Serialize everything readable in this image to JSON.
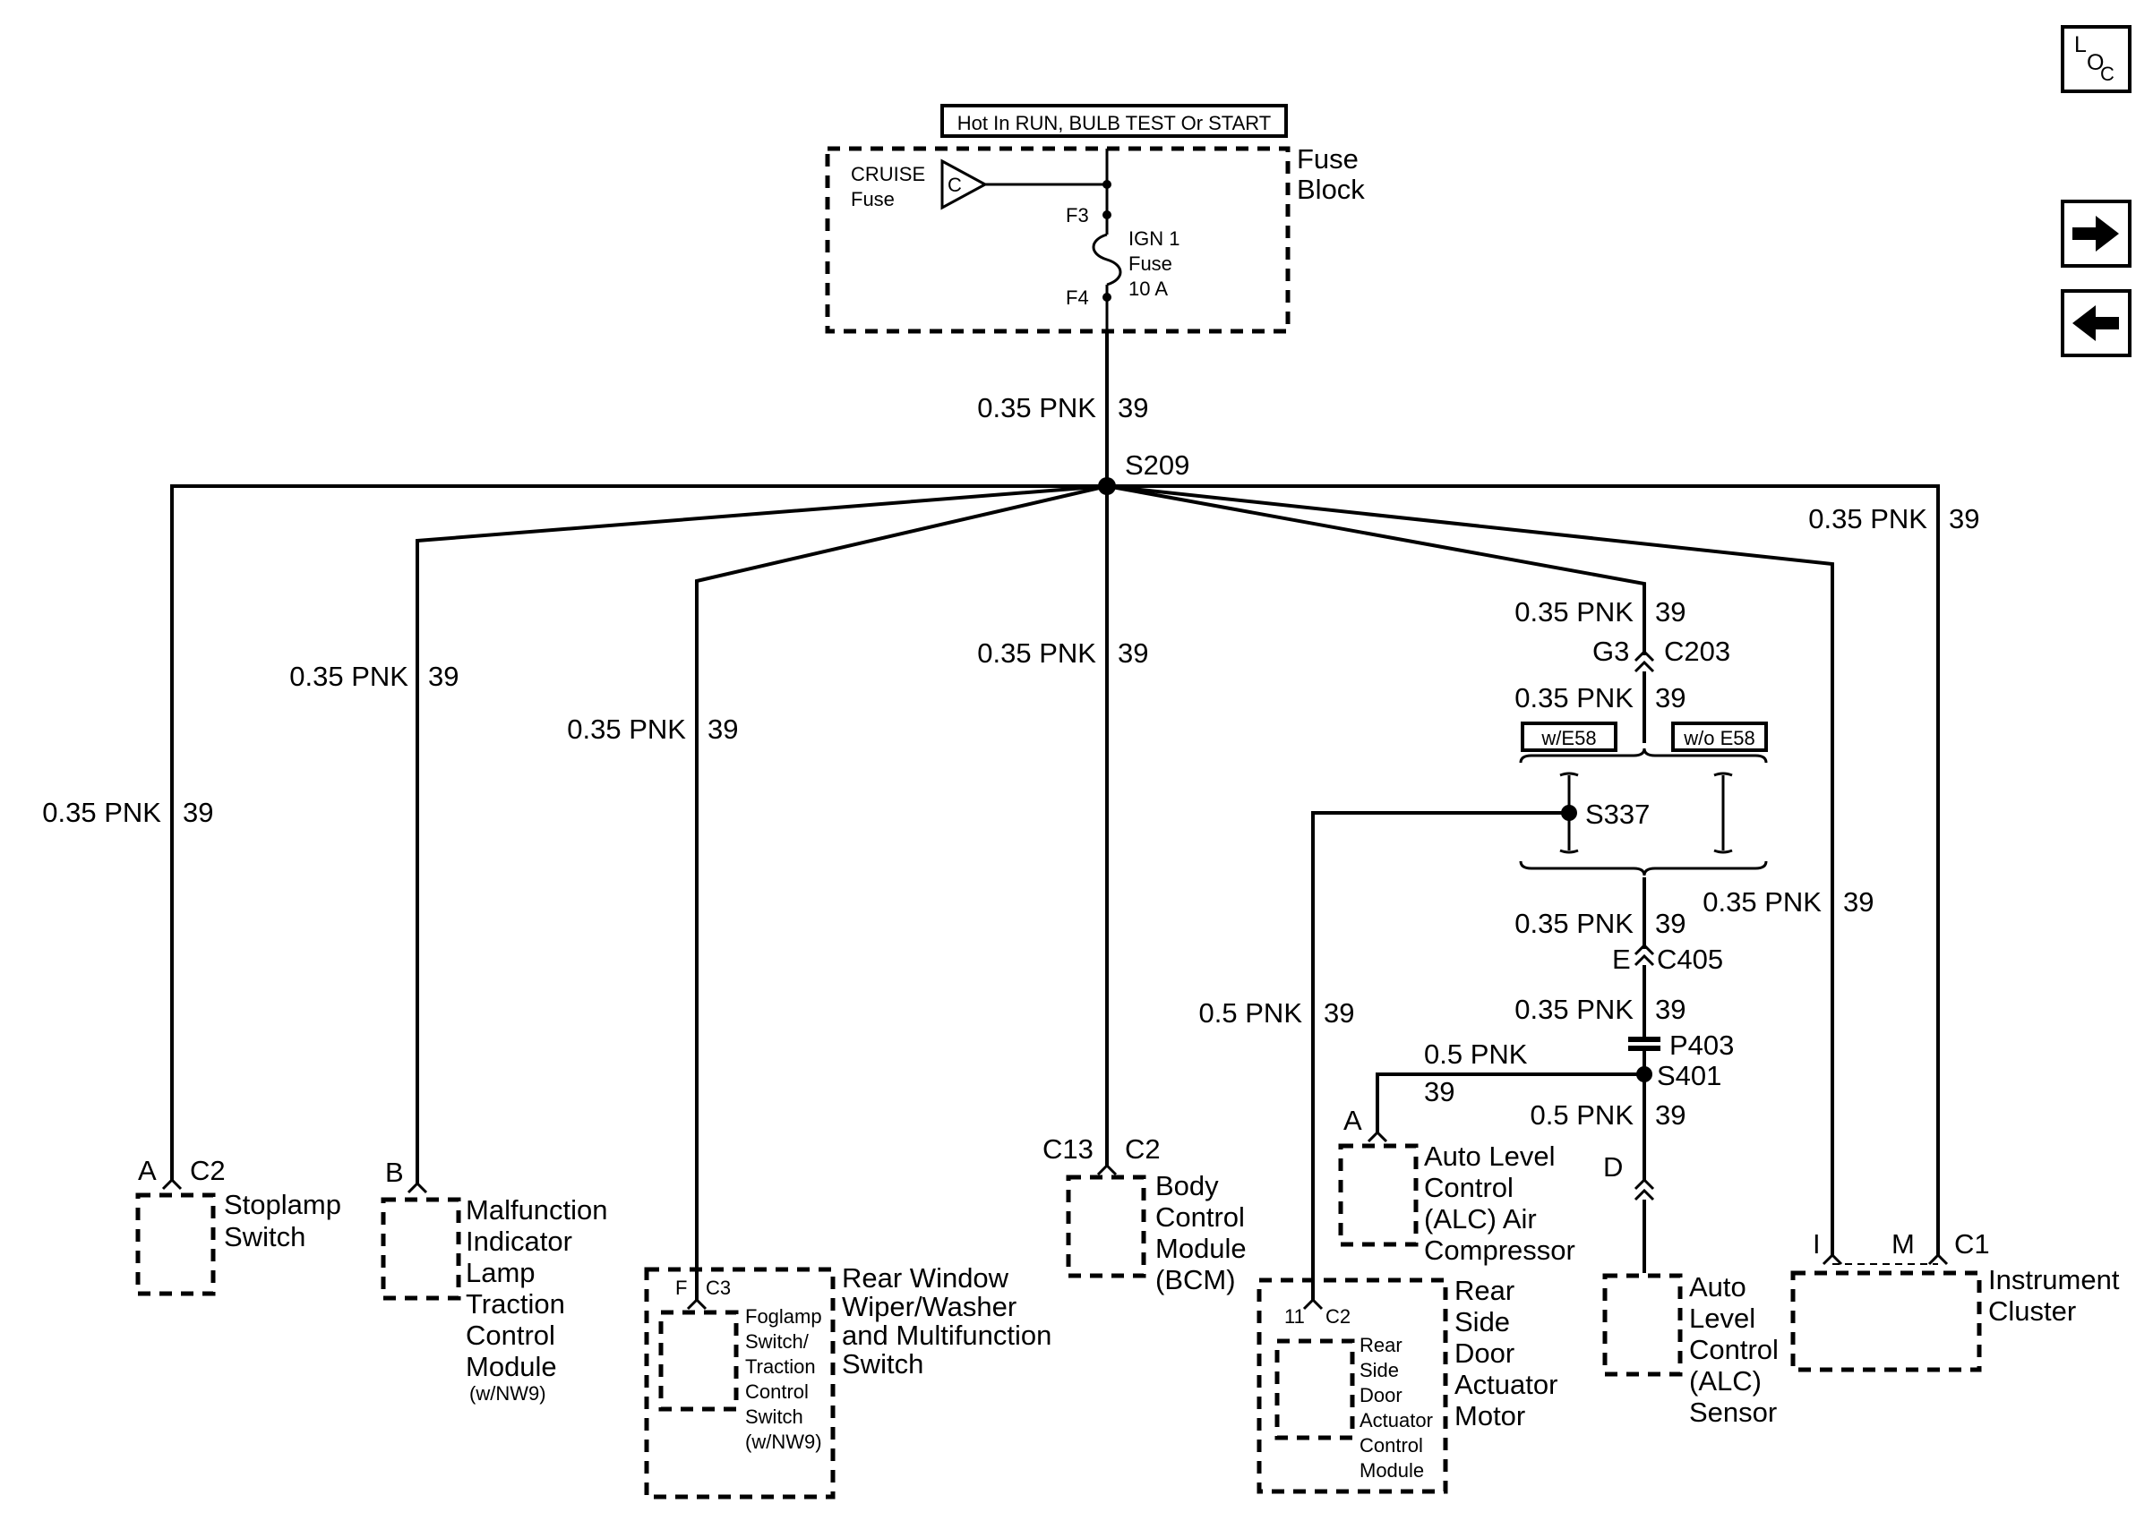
{
  "nav": {
    "loc_l": "L",
    "loc_o": "O",
    "loc_c": "C",
    "next_icon": "right-arrow-icon",
    "prev_icon": "left-arrow-icon"
  },
  "fuse_block": {
    "power_label": "Hot In RUN, BULB TEST Or START",
    "title_line1": "Fuse",
    "title_line2": "Block",
    "cruise_line1": "CRUISE",
    "cruise_line2": "Fuse",
    "cruise_pin": "C",
    "f3": "F3",
    "f4": "F4",
    "fuse_line1": "IGN 1",
    "fuse_line2": "Fuse",
    "fuse_line3": "10 A"
  },
  "splices": {
    "s209": "S209",
    "s337": "S337",
    "s401": "S401",
    "p403": "P403"
  },
  "wires": {
    "main": {
      "gauge": "0.35 PNK",
      "circuit": "39"
    },
    "stoplamp": {
      "gauge": "0.35 PNK",
      "circuit": "39"
    },
    "mil": {
      "gauge": "0.35 PNK",
      "circuit": "39"
    },
    "rear_wiper": {
      "gauge": "0.35 PNK",
      "circuit": "39"
    },
    "bcm": {
      "gauge": "0.35 PNK",
      "circuit": "39"
    },
    "c203_top": {
      "gauge": "0.35 PNK",
      "circuit": "39"
    },
    "c203_bottom": {
      "gauge": "0.35 PNK",
      "circuit": "39"
    },
    "c405_top": {
      "gauge": "0.35 PNK",
      "circuit": "39"
    },
    "c405_bottom": {
      "gauge": "0.35 PNK",
      "circuit": "39"
    },
    "cluster_m": {
      "gauge": "0.35 PNK",
      "circuit": "39"
    },
    "cluster_i": {
      "gauge": "0.35 PNK",
      "circuit": "39"
    },
    "door": {
      "gauge": "0.5 PNK",
      "circuit": "39"
    },
    "compressor": {
      "gauge": "0.5 PNK",
      "circuit": "39"
    },
    "sensor": {
      "gauge": "0.5 PNK",
      "circuit": "39"
    }
  },
  "options": {
    "with_e58": "w/E58",
    "without_e58": "w/o E58"
  },
  "connectors": {
    "c203_pin": "G3",
    "c203": "C203",
    "c405_pin": "E",
    "c405": "C405",
    "stoplamp_pin": "A",
    "stoplamp_conn": "C2",
    "mil_pin": "B",
    "rear_wiper_pin": "F",
    "rear_wiper_conn": "C3",
    "bcm_pin": "C13",
    "bcm_conn": "C2",
    "door_pin": "11",
    "door_conn": "C2",
    "compressor_pin": "A",
    "sensor_pin": "D",
    "cluster_pin_i": "I",
    "cluster_pin_m": "M",
    "cluster_conn": "C1"
  },
  "components": {
    "stoplamp": [
      "Stoplamp",
      "Switch"
    ],
    "mil": [
      "Malfunction",
      "Indicator",
      "Lamp",
      "Traction",
      "Control",
      "Module"
    ],
    "mil_note": "(w/NW9)",
    "rear_wiper": [
      "Rear Window",
      "Wiper/Washer",
      "and  Multifunction",
      "Switch"
    ],
    "foglamp": [
      "Foglamp",
      "Switch/",
      "Traction",
      "Control",
      "Switch",
      "(w/NW9)"
    ],
    "bcm": [
      "Body",
      "Control",
      "Module",
      "(BCM)"
    ],
    "door_motor": [
      "Rear",
      "Side",
      "Door",
      "Actuator",
      "Motor"
    ],
    "door_module": [
      "Rear",
      "Side",
      "Door",
      "Actuator",
      "Control",
      "Module"
    ],
    "compressor": [
      "Auto Level",
      "Control",
      "(ALC) Air",
      "Compressor"
    ],
    "sensor": [
      "Auto",
      "Level",
      "Control",
      "(ALC)",
      "Sensor"
    ],
    "cluster": [
      "Instrument",
      "Cluster"
    ]
  }
}
